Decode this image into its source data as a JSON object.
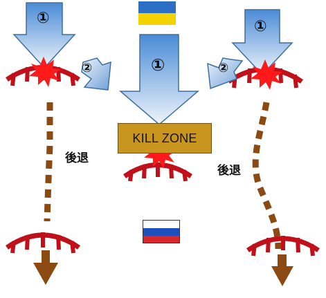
{
  "diagram": {
    "kill_zone_label": "KILL ZONE",
    "retreat_label_left": "後退",
    "retreat_label_right": "後退",
    "step_one_label": "①",
    "step_two_label": "②"
  },
  "flags": {
    "ukraine": {
      "colors": [
        "#2d6fc4",
        "#f2d200"
      ]
    },
    "russia": {
      "colors": [
        "#ffffff",
        "#1f4fbf",
        "#d8262a"
      ]
    }
  },
  "colors": {
    "arrow_top": "#4a8bd6",
    "arrow_bottom": "#eaf2fb",
    "arrow_stroke": "#3f6f9f",
    "trench": "#c0101a",
    "explosion": "#ff1a1a",
    "retreat_path": "#8a4a12",
    "kill_zone_fill": "#c8961e"
  }
}
